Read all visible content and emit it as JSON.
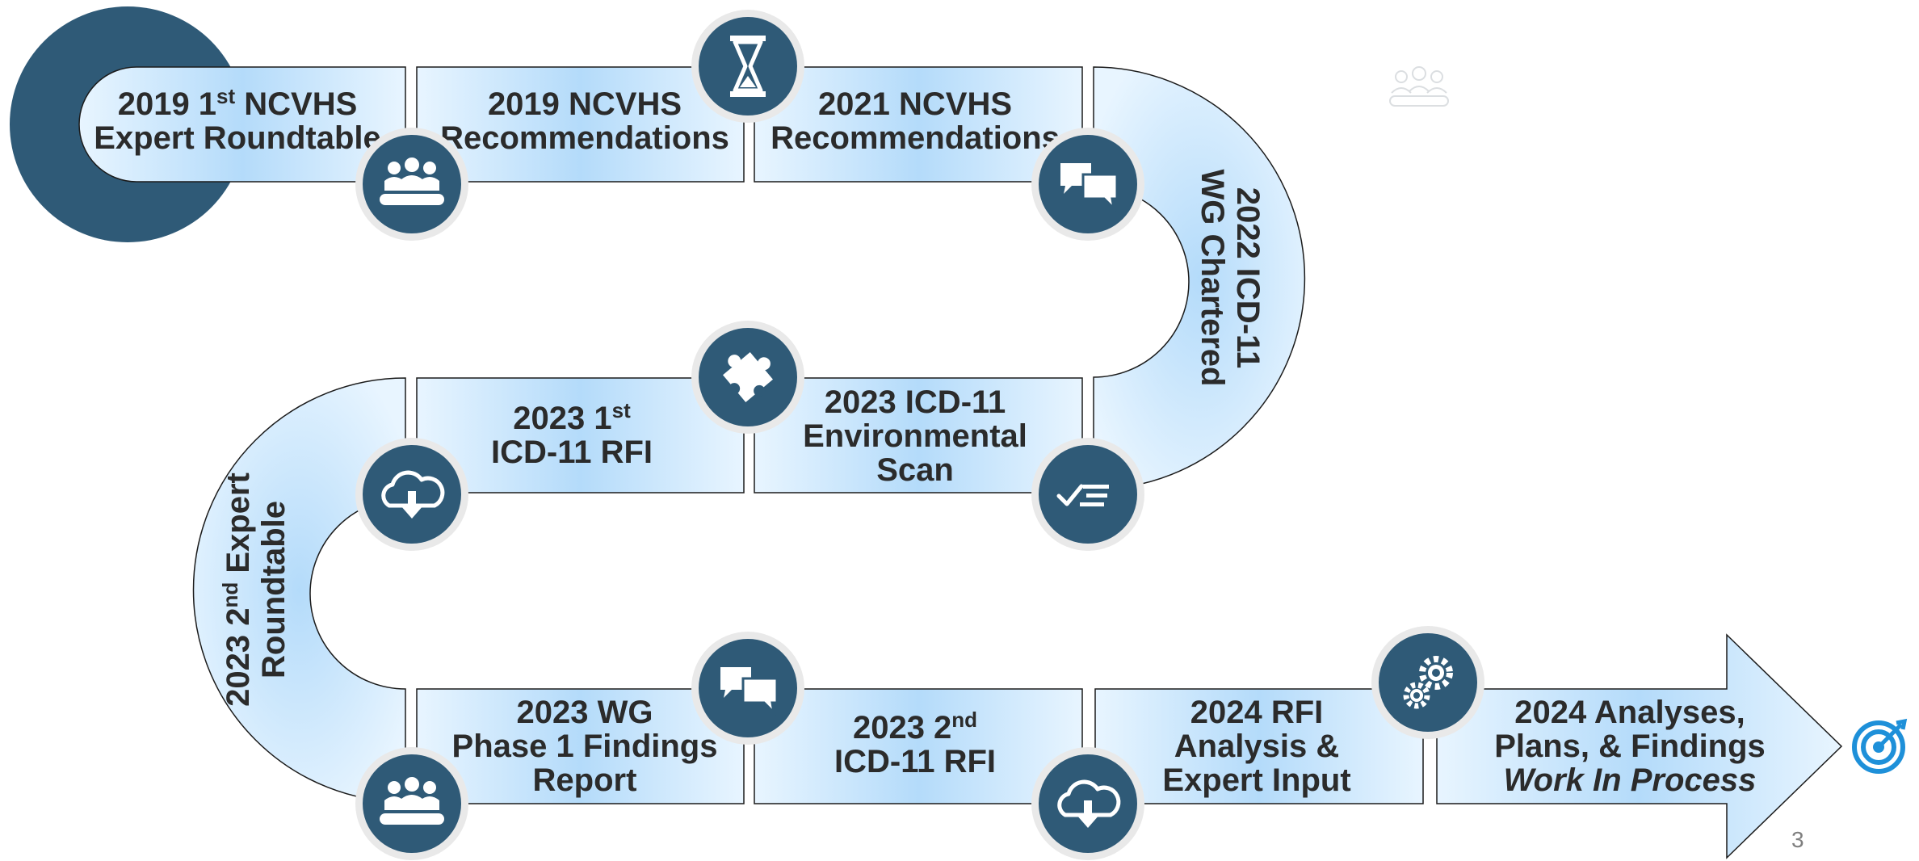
{
  "timeline": {
    "steps": [
      {
        "id": "s1",
        "lines": [
          [
            "2019  1",
            "st",
            " NCVHS"
          ],
          [
            "Expert Roundtable"
          ]
        ]
      },
      {
        "id": "s2",
        "lines": [
          [
            "2019  NCVHS"
          ],
          [
            "Recommendations"
          ]
        ]
      },
      {
        "id": "s3",
        "lines": [
          [
            "2021  NCVHS"
          ],
          [
            "Recommendations"
          ]
        ]
      },
      {
        "id": "s4",
        "lines": [
          [
            "2022  ICD-11"
          ],
          [
            "WG Chartered"
          ]
        ]
      },
      {
        "id": "s5",
        "lines": [
          [
            "2023  ICD-11"
          ],
          [
            "Environmental"
          ],
          [
            "Scan"
          ]
        ]
      },
      {
        "id": "s6",
        "lines": [
          [
            "2023  1",
            "st"
          ],
          [
            "ICD-11 RFI"
          ]
        ]
      },
      {
        "id": "s7",
        "lines": [
          [
            "2023  2",
            "nd",
            " Expert"
          ],
          [
            "Roundtable"
          ]
        ]
      },
      {
        "id": "s8",
        "lines": [
          [
            "2023  WG"
          ],
          [
            "Phase 1 Findings"
          ],
          [
            "Report"
          ]
        ]
      },
      {
        "id": "s9",
        "lines": [
          [
            "2023  2",
            "nd"
          ],
          [
            "ICD-11 RFI"
          ]
        ]
      },
      {
        "id": "s10",
        "lines": [
          [
            "2024  RFI"
          ],
          [
            "Analysis &"
          ],
          [
            "Expert Input"
          ]
        ]
      },
      {
        "id": "s11",
        "lines": [
          [
            "2024  Analyses,"
          ],
          [
            "Plans, & Findings"
          ],
          [
            "Work In Process"
          ]
        ]
      }
    ],
    "icons": [
      "meeting-icon",
      "hourglass-icon",
      "chat-bubbles-icon",
      "puzzle-icon",
      "task-list-icon",
      "cloud-download-icon",
      "meeting-icon",
      "chat-bubbles-icon",
      "cloud-download-icon",
      "gears-icon",
      "target-icon",
      "meeting-outline-icon"
    ]
  },
  "page_number": "3",
  "colors": {
    "navy": "#2f5a77",
    "band_light": "#e6f4ff",
    "band_mid": "#b6dcfb",
    "text": "#2b2b2b",
    "target": "#1e90d9",
    "page_number": "#7f7f7f"
  }
}
